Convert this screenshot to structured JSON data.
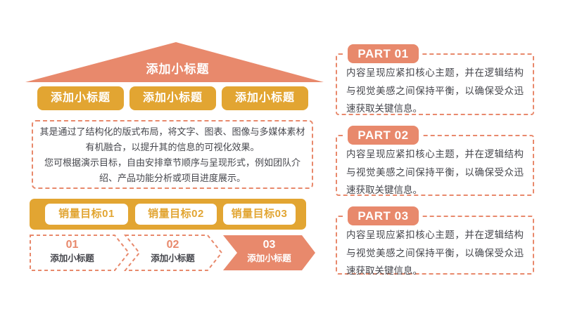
{
  "slide": {
    "colors": {
      "coral": "#E8896C",
      "gold": "#E2A532",
      "text_dark": "#45464C",
      "background": "#FFFFFF"
    },
    "house": {
      "roof_title": "添加小标题",
      "room_titles": [
        "添加小标题",
        "添加小标题",
        "添加小标题"
      ],
      "description": {
        "p1": "其是通过了结构化的版式布局，将文字、图表、图像与多媒体素材有机融合，以提升其的信息的可视化效果。",
        "p2": "您可根据演示目标，自由安排章节顺序与呈现形式，例如团队介绍、产品功能分析或项目进度展示。"
      },
      "goals": [
        "销量目标01",
        "销量目标02",
        "销量目标03"
      ],
      "steps": [
        {
          "num": "01",
          "label": "添加小标题"
        },
        {
          "num": "02",
          "label": "添加小标题"
        },
        {
          "num": "03",
          "label": "添加小标题"
        }
      ]
    },
    "parts": [
      {
        "title": "PART 01",
        "body": "内容呈现应紧扣核心主题，并在逻辑结构与视觉美感之间保持平衡，以确保受众迅速获取关键信息。"
      },
      {
        "title": "PART 02",
        "body": "内容呈现应紧扣核心主题，并在逻辑结构与视觉美感之间保持平衡，以确保受众迅速获取关键信息。"
      },
      {
        "title": "PART 03",
        "body": "内容呈现应紧扣核心主题，并在逻辑结构与视觉美感之间保持平衡，以确保受众迅速获取关键信息。"
      }
    ]
  }
}
